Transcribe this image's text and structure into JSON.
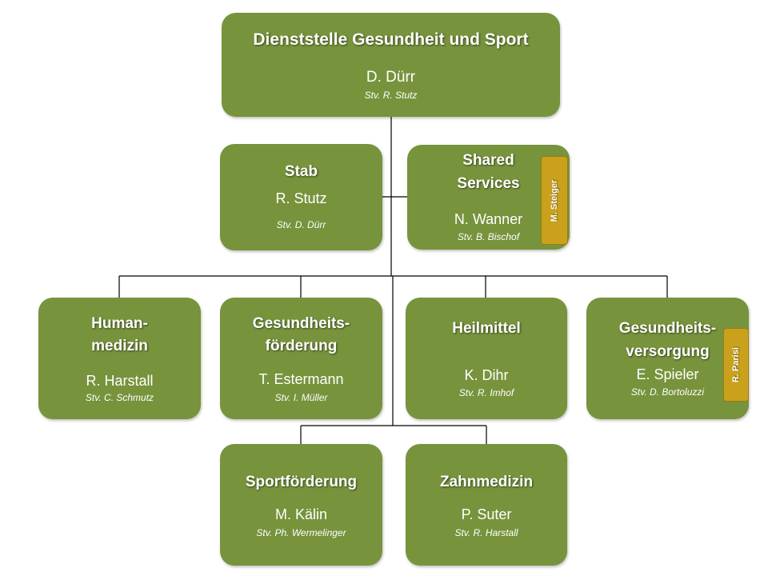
{
  "colors": {
    "box_fill": "#77933c",
    "tag_fill": "#c9a11c",
    "line": "#000000"
  },
  "units": {
    "top": {
      "title": "Dienststelle Gesundheit und Sport",
      "name": "D. Dürr",
      "deputy": "Stv. R. Stutz"
    },
    "stab": {
      "title": "Stab",
      "name": "R. Stutz",
      "deputy": "Stv. D. Dürr"
    },
    "shared": {
      "title_1": "Shared",
      "title_2": "Services",
      "name": "N. Wanner",
      "deputy": "Stv. B. Bischof",
      "tag": "M. Steiger"
    },
    "human": {
      "title_1": "Human-",
      "title_2": "medizin",
      "name": "R. Harstall",
      "deputy": "Stv. C. Schmutz"
    },
    "gesfoerd": {
      "title_1": "Gesundheits-",
      "title_2": "förderung",
      "name": "T. Estermann",
      "deputy": "Stv. I. Müller"
    },
    "heilmittel": {
      "title": "Heilmittel",
      "name": "K. Dihr",
      "deputy": "Stv. R. Imhof"
    },
    "versorgung": {
      "title_1": "Gesundheits-",
      "title_2": "versorgung",
      "name": "E. Spieler",
      "deputy": "Stv. D. Bortoluzzi",
      "tag": "R. Parisi"
    },
    "sport": {
      "title": "Sportförderung",
      "name": "M. Kälin",
      "deputy": "Stv. Ph. Wermelinger"
    },
    "zahn": {
      "title": "Zahnmedizin",
      "name": "P. Suter",
      "deputy": "Stv. R. Harstall"
    }
  }
}
